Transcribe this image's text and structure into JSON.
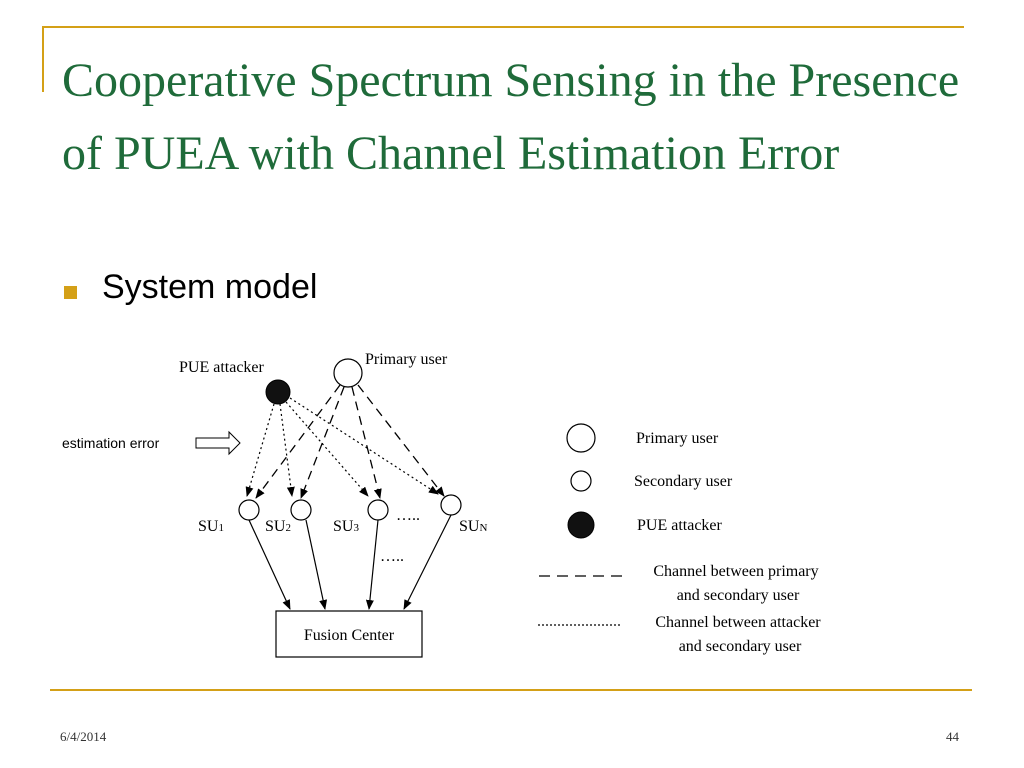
{
  "slide": {
    "title": "Cooperative Spectrum Sensing in the Presence of PUEA with Channel Estimation Error",
    "bullet": "System model",
    "footer_date": "6/4/2014",
    "footer_page": "44"
  },
  "colors": {
    "accent": "#d4a017",
    "title": "#1f6b3a"
  },
  "diagram": {
    "pue_attacker_label": "PUE attacker",
    "primary_user_label": "Primary user",
    "estimation_error_label": "estimation error",
    "su_nodes": [
      {
        "base": "SU",
        "sub": "1"
      },
      {
        "base": "SU",
        "sub": "2"
      },
      {
        "base": "SU",
        "sub": "3"
      },
      {
        "base": "SU",
        "sub": "N"
      }
    ],
    "ellipsis_upper": "…..",
    "ellipsis_lower": "…..",
    "fusion_center_label": "Fusion Center"
  },
  "legend": {
    "primary_user": "Primary user",
    "secondary_user": "Secondary user",
    "pue_attacker": "PUE attacker",
    "primary_channel": [
      "Channel between primary",
      "and secondary user"
    ],
    "attacker_channel": [
      "Channel between attacker",
      "and secondary user"
    ]
  }
}
